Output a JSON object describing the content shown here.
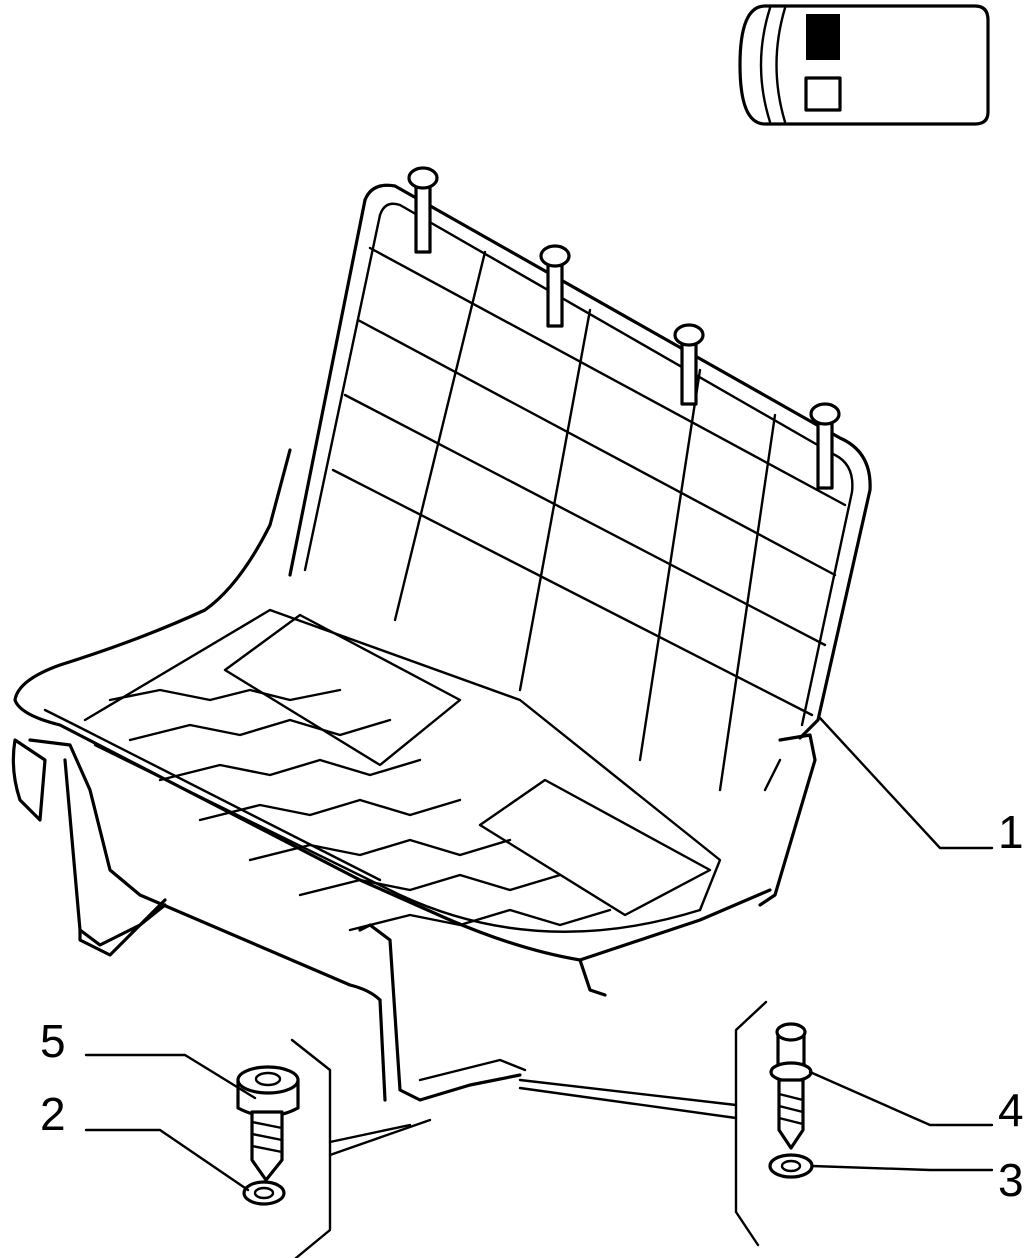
{
  "callouts": [
    {
      "id": "1",
      "label": "1"
    },
    {
      "id": "2",
      "label": "2"
    },
    {
      "id": "3",
      "label": "3"
    },
    {
      "id": "4",
      "label": "4"
    },
    {
      "id": "5",
      "label": "5"
    }
  ],
  "legend_icon": "seat-variant-legend-icon",
  "colors": {
    "line": "#000000",
    "background": "#ffffff"
  }
}
